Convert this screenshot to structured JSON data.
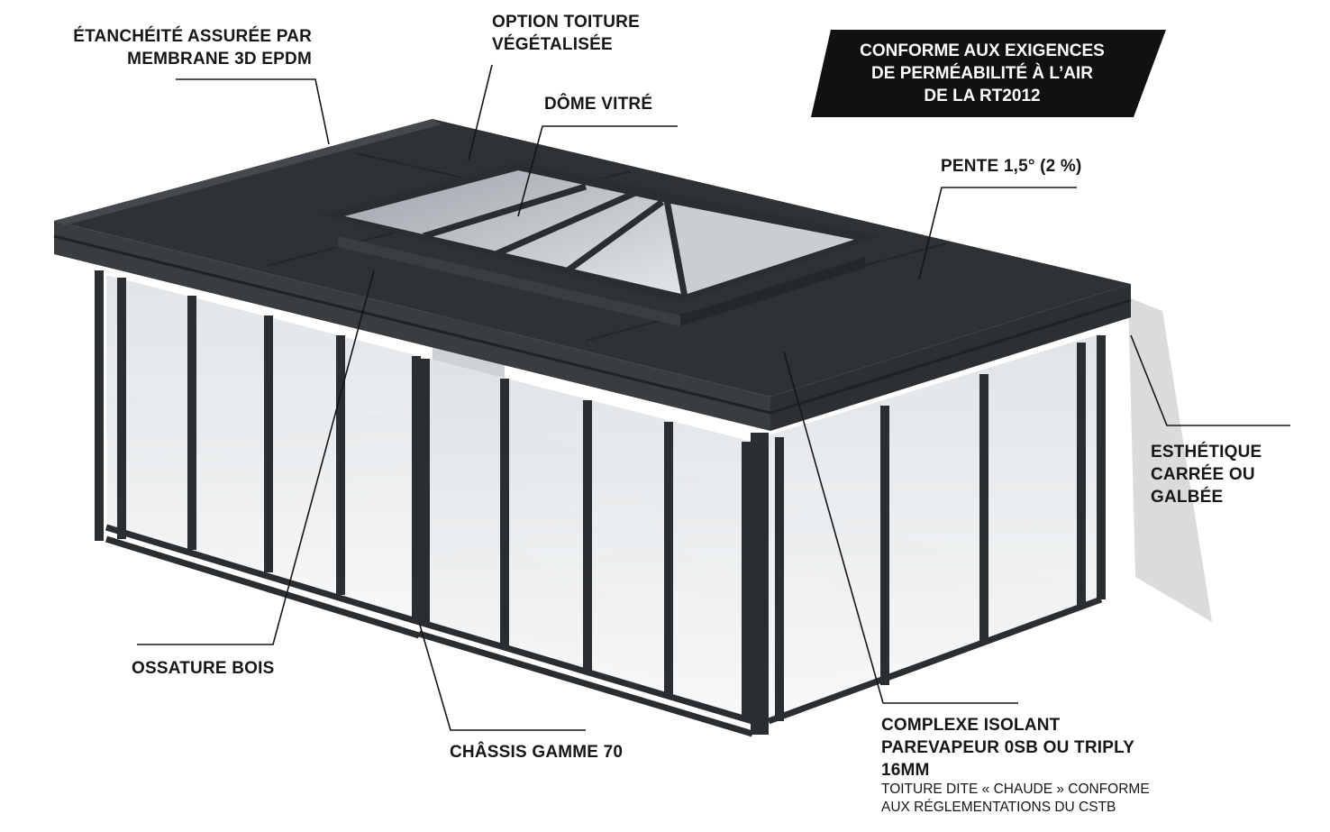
{
  "labels": {
    "membrane": [
      "ÉTANCHÉITÉ ASSURÉE PAR",
      "MEMBRANE 3D EPDM"
    ],
    "option_toiture": [
      "OPTION TOITURE",
      "VÉGÉTALISÉE"
    ],
    "dome": "DÔME VITRÉ",
    "conformity": [
      "CONFORME AUX EXIGENCES",
      "DE PERMÉABILITÉ À L’AIR",
      "DE LA RT2012"
    ],
    "pente": "PENTE 1,5° (2 %)",
    "esthetique": [
      "ESTHÉTIQUE",
      "CARRÉE OU",
      "GALBÉE"
    ],
    "ossature": "OSSATURE BOIS",
    "chassis": "CHÂSSIS GAMME 70",
    "complexe": [
      "COMPLEXE ISOLANT",
      "PAREVAPEUR 0SB OU TRIPLY",
      "16MM"
    ],
    "complexe_note": [
      "TOITURE DITE « CHAUDE » CONFORME",
      "AUX RÉGLEMENTATIONS DU CSTB"
    ]
  },
  "colors": {
    "frame": "#2b2e31",
    "roof": "#2f3235",
    "glass": "#e9ecee",
    "text": "#161616",
    "banner": "#111111"
  }
}
